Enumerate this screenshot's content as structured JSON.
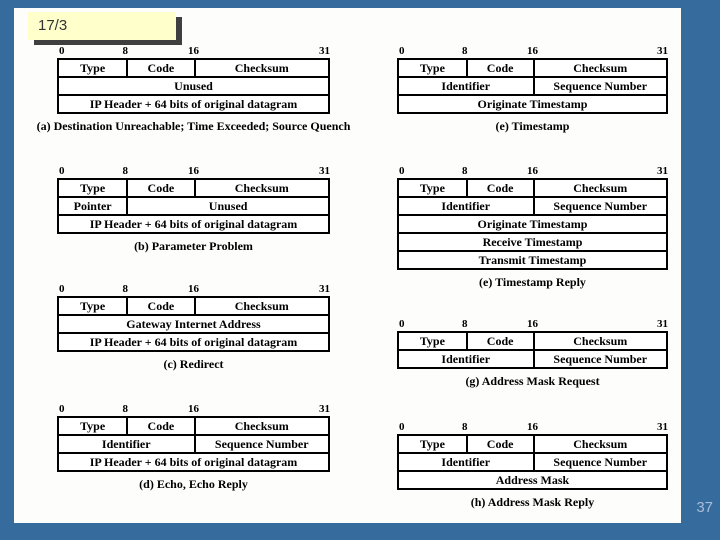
{
  "slide": {
    "sticky_note": "17/3",
    "page_number": "37"
  },
  "colors": {
    "background": "#366b9e",
    "panel": "#fdfdfb",
    "sticky_bg": "#ffffcc",
    "sticky_shadow": "#3f3f3f",
    "table_border": "#000000",
    "page_number": "#a9bdd7"
  },
  "bit_labels": [
    "0",
    "8",
    "16",
    "31"
  ],
  "diagrams": [
    {
      "id": "a",
      "caption": "(a) Destination Unreachable; Time Exceeded; Source Quench",
      "rows": [
        [
          {
            "label": "Type",
            "span": 25
          },
          {
            "label": "Code",
            "span": 25
          },
          {
            "label": "Checksum",
            "span": 50
          }
        ],
        [
          {
            "label": "Unused",
            "span": 100
          }
        ],
        [
          {
            "label": "IP Header + 64 bits of original datagram",
            "span": 100
          }
        ]
      ]
    },
    {
      "id": "b",
      "caption": "(b) Parameter Problem",
      "rows": [
        [
          {
            "label": "Type",
            "span": 25
          },
          {
            "label": "Code",
            "span": 25
          },
          {
            "label": "Checksum",
            "span": 50
          }
        ],
        [
          {
            "label": "Pointer",
            "span": 25
          },
          {
            "label": "Unused",
            "span": 75
          }
        ],
        [
          {
            "label": "IP Header + 64 bits of original datagram",
            "span": 100
          }
        ]
      ]
    },
    {
      "id": "c",
      "caption": "(c) Redirect",
      "rows": [
        [
          {
            "label": "Type",
            "span": 25
          },
          {
            "label": "Code",
            "span": 25
          },
          {
            "label": "Checksum",
            "span": 50
          }
        ],
        [
          {
            "label": "Gateway Internet Address",
            "span": 100
          }
        ],
        [
          {
            "label": "IP Header + 64 bits of original datagram",
            "span": 100
          }
        ]
      ]
    },
    {
      "id": "d",
      "caption": "(d) Echo, Echo Reply",
      "rows": [
        [
          {
            "label": "Type",
            "span": 25
          },
          {
            "label": "Code",
            "span": 25
          },
          {
            "label": "Checksum",
            "span": 50
          }
        ],
        [
          {
            "label": "Identifier",
            "span": 50
          },
          {
            "label": "Sequence Number",
            "span": 50
          }
        ],
        [
          {
            "label": "IP Header + 64 bits of original datagram",
            "span": 100
          }
        ]
      ]
    },
    {
      "id": "e",
      "caption": "(e) Timestamp",
      "rows": [
        [
          {
            "label": "Type",
            "span": 25
          },
          {
            "label": "Code",
            "span": 25
          },
          {
            "label": "Checksum",
            "span": 50
          }
        ],
        [
          {
            "label": "Identifier",
            "span": 50
          },
          {
            "label": "Sequence Number",
            "span": 50
          }
        ],
        [
          {
            "label": "Originate Timestamp",
            "span": 100
          }
        ]
      ]
    },
    {
      "id": "f",
      "caption": "(e) Timestamp Reply",
      "rows": [
        [
          {
            "label": "Type",
            "span": 25
          },
          {
            "label": "Code",
            "span": 25
          },
          {
            "label": "Checksum",
            "span": 50
          }
        ],
        [
          {
            "label": "Identifier",
            "span": 50
          },
          {
            "label": "Sequence Number",
            "span": 50
          }
        ],
        [
          {
            "label": "Originate Timestamp",
            "span": 100
          }
        ],
        [
          {
            "label": "Receive Timestamp",
            "span": 100
          }
        ],
        [
          {
            "label": "Transmit Timestamp",
            "span": 100
          }
        ]
      ]
    },
    {
      "id": "g",
      "caption": "(g) Address Mask Request",
      "rows": [
        [
          {
            "label": "Type",
            "span": 25
          },
          {
            "label": "Code",
            "span": 25
          },
          {
            "label": "Checksum",
            "span": 50
          }
        ],
        [
          {
            "label": "Identifier",
            "span": 50
          },
          {
            "label": "Sequence Number",
            "span": 50
          }
        ]
      ]
    },
    {
      "id": "h",
      "caption": "(h) Address Mask Reply",
      "rows": [
        [
          {
            "label": "Type",
            "span": 25
          },
          {
            "label": "Code",
            "span": 25
          },
          {
            "label": "Checksum",
            "span": 50
          }
        ],
        [
          {
            "label": "Identifier",
            "span": 50
          },
          {
            "label": "Sequence Number",
            "span": 50
          }
        ],
        [
          {
            "label": "Address Mask",
            "span": 100
          }
        ]
      ]
    }
  ]
}
